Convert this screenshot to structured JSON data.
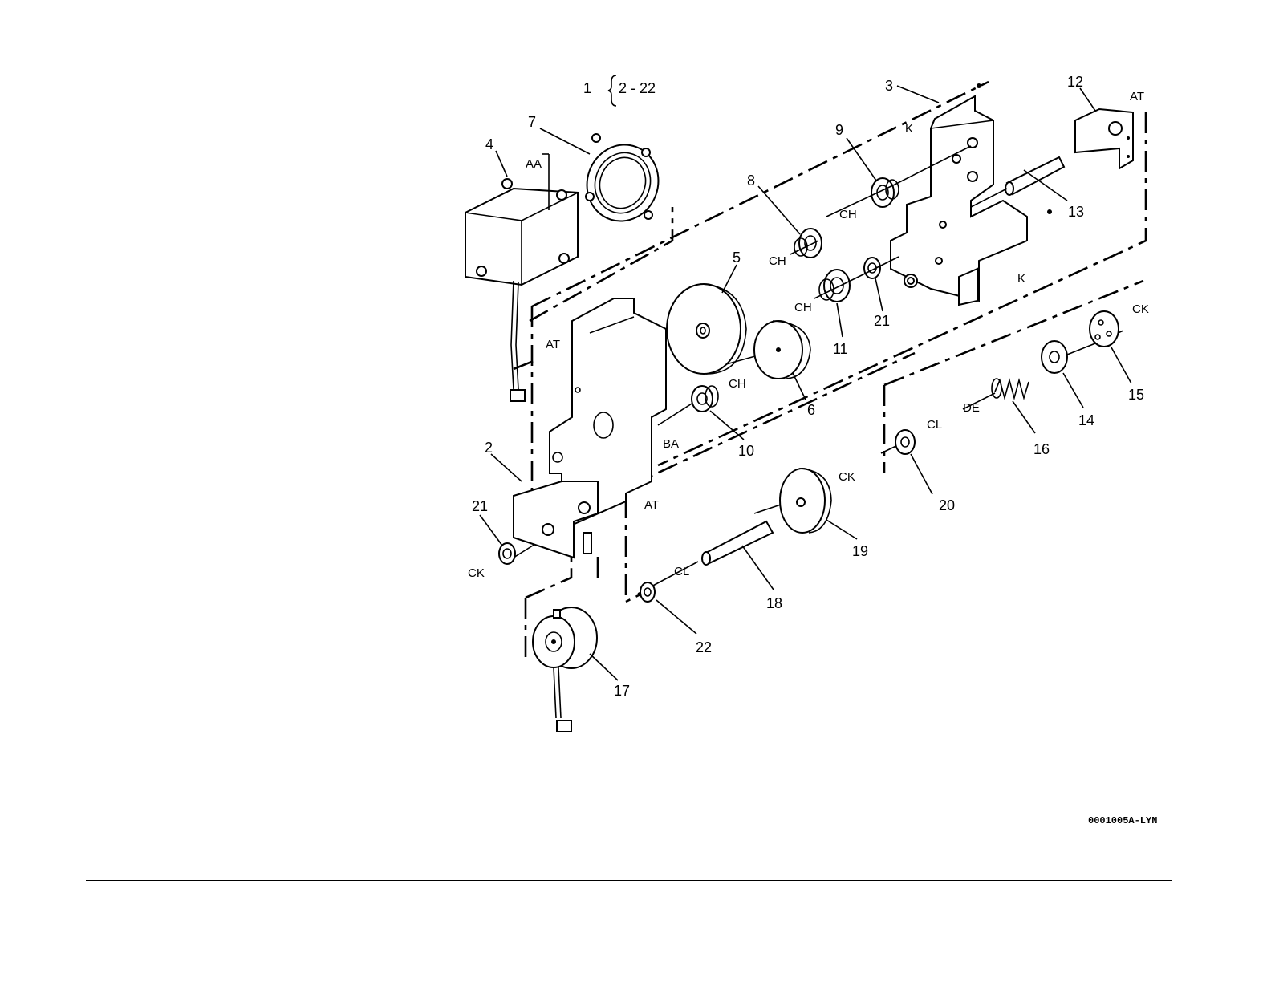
{
  "header": {
    "assembly_number": "1",
    "range_text": "2 - 22"
  },
  "figure_id": "0001005A-LYN",
  "callouts": {
    "c2": "2",
    "c3": "3",
    "c4": "4",
    "c5": "5",
    "c6": "6",
    "c7": "7",
    "c8": "8",
    "c9": "9",
    "c10": "10",
    "c11": "11",
    "c12": "12",
    "c13": "13",
    "c14": "14",
    "c15": "15",
    "c16": "16",
    "c17": "17",
    "c18": "18",
    "c19": "19",
    "c20": "20",
    "c21a": "21",
    "c21b": "21",
    "c22": "22"
  },
  "fastener_codes": {
    "aa": "AA",
    "k1": "K",
    "k2": "K",
    "at1": "AT",
    "at2": "AT",
    "at3": "AT",
    "ch1": "CH",
    "ch2": "CH",
    "ch3": "CH",
    "ch4": "CH",
    "ck1": "CK",
    "ck2": "CK",
    "ck3": "CK",
    "ba": "BA",
    "cl1": "CL",
    "cl2": "CL",
    "de": "DE"
  }
}
